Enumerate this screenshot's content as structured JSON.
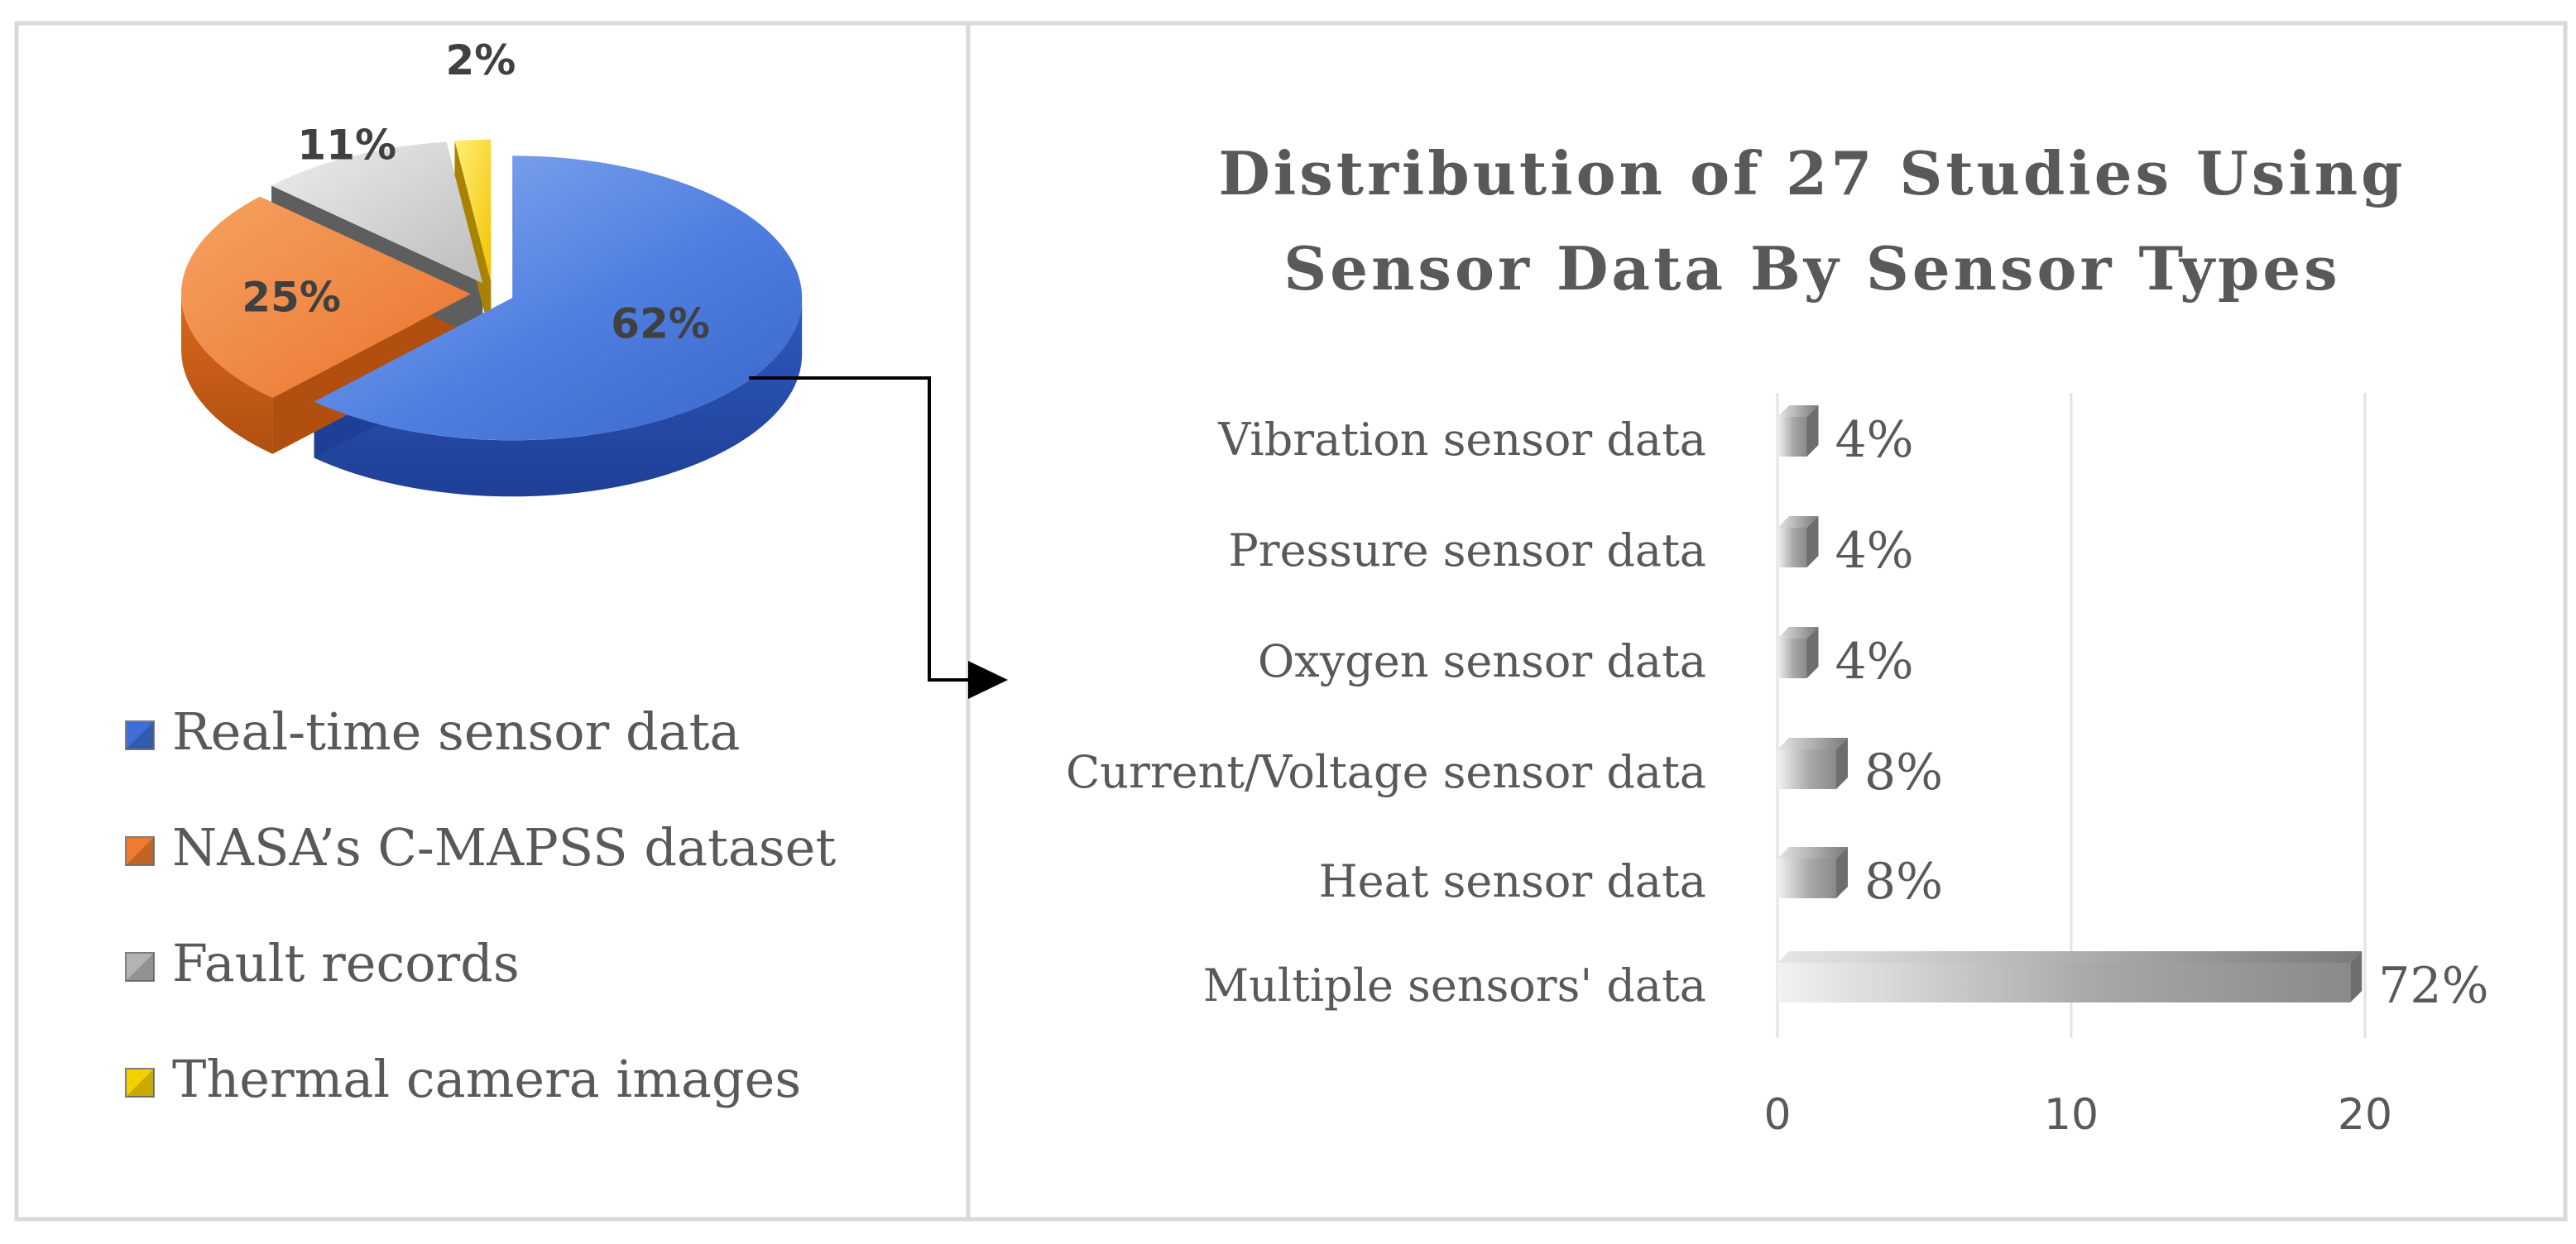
{
  "chart_data": [
    {
      "type": "pie",
      "title": "",
      "slices": [
        {
          "label": "Real-time sensor data",
          "value": 62,
          "value_label": "62%",
          "color": "#4472C4"
        },
        {
          "label": "NASA’s C-MAPSS dataset",
          "value": 25,
          "value_label": "25%",
          "color": "#ED7D31"
        },
        {
          "label": "Fault records",
          "value": 11,
          "value_label": "11%",
          "color": "#C9C9C9"
        },
        {
          "label": "Thermal camera images",
          "value": 2,
          "value_label": "2%",
          "color": "#FFD400"
        }
      ],
      "legend_position": "bottom",
      "style": "3d-exploded"
    },
    {
      "type": "bar",
      "orientation": "horizontal",
      "title": "Distribution of 27 Studies Using Sensor Data By Sensor Types",
      "categories": [
        "Vibration sensor data",
        "Pressure sensor data",
        "Oxygen sensor data",
        "Current/Voltage sensor data",
        "Heat sensor data",
        "Multiple sensors' data"
      ],
      "values": [
        1,
        1,
        1,
        2,
        2,
        19.5
      ],
      "data_labels": [
        "4%",
        "4%",
        "4%",
        "8%",
        "8%",
        "72%"
      ],
      "xlim": [
        0,
        20
      ],
      "x_ticks": [
        "0",
        "10",
        "20"
      ],
      "grid": true,
      "color": "#A6A6A6"
    }
  ],
  "colors": {
    "border": "#D9D9D9",
    "title": "#595959",
    "label": "#595959"
  }
}
